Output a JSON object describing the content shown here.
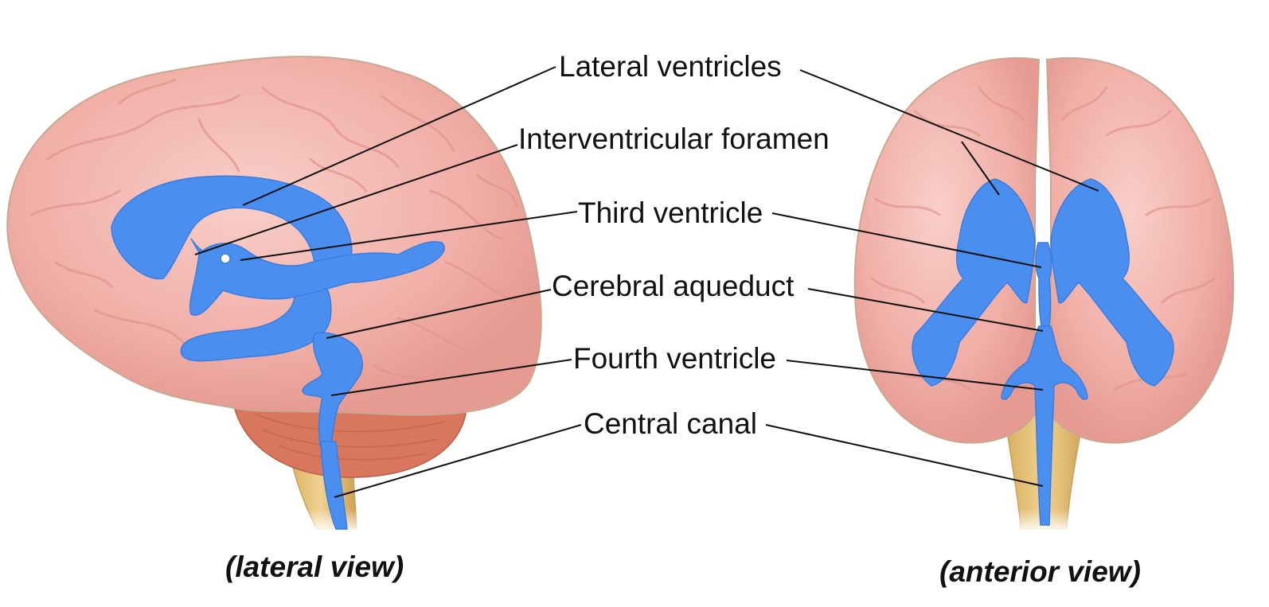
{
  "labels": {
    "lateral_ventricles": "Lateral ventricles",
    "interventricular_foramen": "Interventricular foramen",
    "third_ventricle": "Third ventricle",
    "cerebral_aqueduct": "Cerebral aqueduct",
    "fourth_ventricle": "Fourth ventricle",
    "central_canal": "Central canal"
  },
  "captions": {
    "lateral": "(lateral view)",
    "anterior": "(anterior view)"
  },
  "colors": {
    "cerebrum": "#f2b5ae",
    "cerebrum_outline": "#c9a88f",
    "sulci": "#e79c95",
    "cerebellum": "#d9765e",
    "brainstem": "#e5c277",
    "ventricles": "#4a8ff0",
    "leader_lines": "#111111"
  }
}
